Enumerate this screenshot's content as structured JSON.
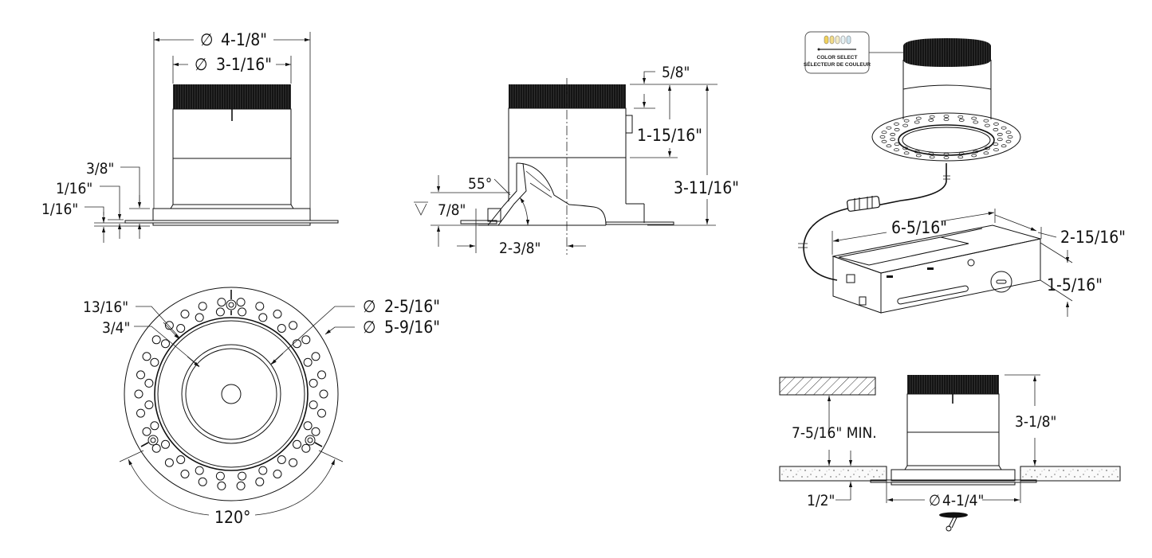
{
  "sheet": {
    "type": "Recessed downlight specification drawing"
  },
  "front_elevation": {
    "outer_diameter": "4-1/8\"",
    "inner_diameter": "3-1/16\"",
    "flange_step": "3/8\"",
    "flange_thickness_a": "1/16\"",
    "flange_thickness_b": "1/16\""
  },
  "section_view": {
    "top_band": "5/8\"",
    "housing_upper": "1-15/16\"",
    "overall_height": "3-11/16\"",
    "cutoff_angle": "55°",
    "recess_depth": "7/8\"",
    "half_width": "2-3/8\""
  },
  "bottom_view": {
    "rim_width_outer": "13/16\"",
    "rim_width_inner": "3/4\"",
    "aperture_diameter": "2-5/16\"",
    "flange_diameter": "5-9/16\"",
    "screw_angle": "120°"
  },
  "isometric_view": {
    "color_select": {
      "title": "COLOR SELECT",
      "title_fr": "SÉLECTEUR DE COULEUR",
      "swatches": [
        "#f2d25c",
        "#f2dc8a",
        "#f4ecc6",
        "#e6f1f4",
        "#cde4ef"
      ]
    },
    "driver_length": "6-5/16\"",
    "driver_width": "2-15/16\"",
    "driver_height": "1-5/16\""
  },
  "installation_view": {
    "clearance": "7-5/16\" MIN.",
    "fixture_height": "3-1/8\"",
    "ceiling_thickness": "1/2\"",
    "cutout_diameter": "4-1/4\""
  },
  "symbols": {
    "diameter": "∅"
  }
}
